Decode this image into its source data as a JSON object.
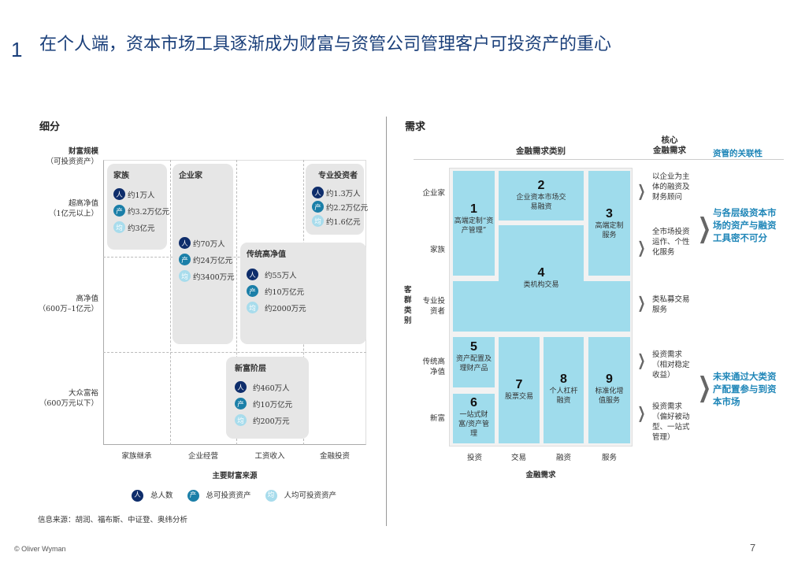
{
  "header": {
    "number": "1",
    "title": "在个人端，资本市场工具逐渐成为财富与资管公司管理客户可投资产的重心"
  },
  "left": {
    "section": "细分",
    "y_title": "财富规模",
    "y_sub": "（可投资资产）",
    "y_labels": [
      {
        "l1": "超高净值",
        "l2": "（1亿元以上）"
      },
      {
        "l1": "高净值",
        "l2": "（600万–1亿元）"
      },
      {
        "l1": "大众富裕",
        "l2": "（600万元以下）"
      }
    ],
    "x_labels": [
      "家族继承",
      "企业经营",
      "工资收入",
      "金融投资"
    ],
    "x_title": "主要财富来源",
    "segments": [
      {
        "name": "家族",
        "people": "约1万人",
        "assets": "约3.2万亿元",
        "avg": "约3亿元"
      },
      {
        "name": "企业家",
        "people": "约70万人",
        "assets": "约24万亿元",
        "avg": "约3400万元"
      },
      {
        "name": "专业投资者",
        "people": "约1.3万人",
        "assets": "约2.2万亿元",
        "avg": "约1.6亿元"
      },
      {
        "name": "传统高净值",
        "people": "约55万人",
        "assets": "约10万亿元",
        "avg": "约2000万元"
      },
      {
        "name": "新富阶层",
        "people": "约460万人",
        "assets": "约10万亿元",
        "avg": "约200万元"
      }
    ],
    "icons": {
      "people": "人",
      "assets": "产",
      "avg": "均"
    },
    "legend": [
      "总人数",
      "总可投资资产",
      "人均可投资资产"
    ],
    "source": "信息来源：胡润、福布斯、中证登、奥纬分析"
  },
  "right": {
    "section": "需求",
    "cat_title": "金融需求类别",
    "core_title_1": "核心",
    "core_title_2": "金融需求",
    "rel_title": "资管的关联性",
    "y_axis": "客群类别",
    "rows": [
      "企业家",
      "家族",
      "专业投资者",
      "传统高净值",
      "新富"
    ],
    "cols": [
      "投资",
      "交易",
      "融资",
      "服务"
    ],
    "x_title": "金融需求",
    "tiles": [
      {
        "n": "1",
        "t": "高端定制“资产管理”"
      },
      {
        "n": "2",
        "t": "企业资本市场交易融资"
      },
      {
        "n": "3",
        "t": "高端定制服务"
      },
      {
        "n": "4",
        "t": "类机构交易"
      },
      {
        "n": "5",
        "t": "资产配置及理财产品"
      },
      {
        "n": "6",
        "t": "一站式财富/资产管理"
      },
      {
        "n": "7",
        "t": "股票交易"
      },
      {
        "n": "8",
        "t": "个人杠杆融资"
      },
      {
        "n": "9",
        "t": "标准化增值服务"
      }
    ],
    "core": [
      "以企业为主体的融资及财务顾问",
      "全市场投资运作、个性化服务",
      "类私募交易服务",
      "投资需求（相对稳定收益）",
      "投资需求（偏好被动型、一站式管理）"
    ],
    "relevance": [
      "与各层级资本市场的资产与融资工具密不可分",
      "未来通过大类资产配置参与到资本市场"
    ]
  },
  "footer": {
    "copyright": "© Oliver Wyman",
    "page": "7"
  }
}
